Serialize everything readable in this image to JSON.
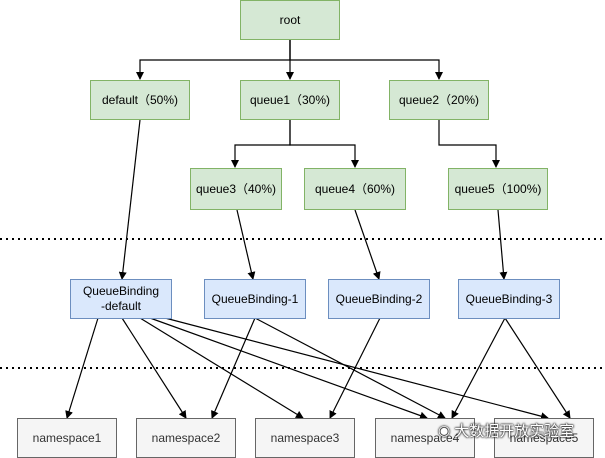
{
  "queues": {
    "root": "root",
    "default": "default（50%)",
    "queue1": "queue1（30%)",
    "queue2": "queue2（20%)",
    "queue3": "queue3（40%)",
    "queue4": "queue4（60%)",
    "queue5": "queue5（100%)"
  },
  "bindings": {
    "default": "QueueBinding-default",
    "b1": "QueueBinding-1",
    "b2": "QueueBinding-2",
    "b3": "QueueBinding-3"
  },
  "namespaces": [
    "namespace1",
    "namespace2",
    "namespace3",
    "namespace4",
    "namespace5"
  ],
  "watermark": "大数据开放实验室",
  "colors": {
    "queue_fill": "#d5e8d4",
    "queue_border": "#82b366",
    "binding_fill": "#dae8fc",
    "binding_border": "#6c8ebf",
    "ns_fill": "#f5f5f5",
    "ns_border": "#666666"
  }
}
